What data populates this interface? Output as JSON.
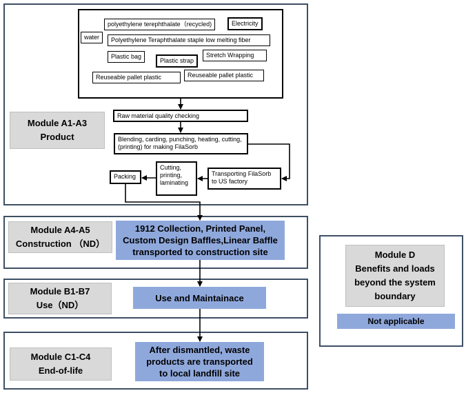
{
  "inputs": {
    "pet_recycled": "polyethylene terephthalate（recycled)",
    "electricity": "Electricity",
    "water": "water",
    "pet_staple": "Polyethylene Teraphthalate staple low melting fiber",
    "plastic_bag": "Plastic bag",
    "plastic_strap": "Plastic strap",
    "stretch_wrapping": "Stretch Wrapping",
    "pallet_1": "Reuseable pallet plastic",
    "pallet_2": "Reuseable pallet plastic"
  },
  "process": {
    "quality_check": "Raw material quality checking",
    "blending": "Blending, carding, punching, heating, cutting, (printing) for making FilaSorb",
    "transporting": "Transporting FilaSorb to US factory",
    "cutting": "Cutting, printing, laminating",
    "packing": "Packing"
  },
  "modules": {
    "a1a3": {
      "line1": "Module A1-A3",
      "line2": "Product"
    },
    "a4a5": {
      "line1": "Module A4-A5",
      "line2": "Construction （ND）",
      "box": "1912 Collection, Printed Panel, Custom Design Baffles,Linear Baffle transported to construction site"
    },
    "b1b7": {
      "line1": "Module B1-B7",
      "line2": "Use（ND）",
      "box": "Use and Maintainace"
    },
    "c1c4": {
      "line1": "Module C1-C4",
      "line2": "End-of-life",
      "box": "After dismantled, waste products are transported to local landfill site"
    },
    "d": {
      "line1": "Module D",
      "line2": "Benefits and loads beyond the system boundary",
      "box": "Not applicable"
    }
  },
  "colors": {
    "blue_box": "#8fa8dc",
    "gray_box": "#d9d9d9",
    "frame_border": "#3d4f63"
  }
}
